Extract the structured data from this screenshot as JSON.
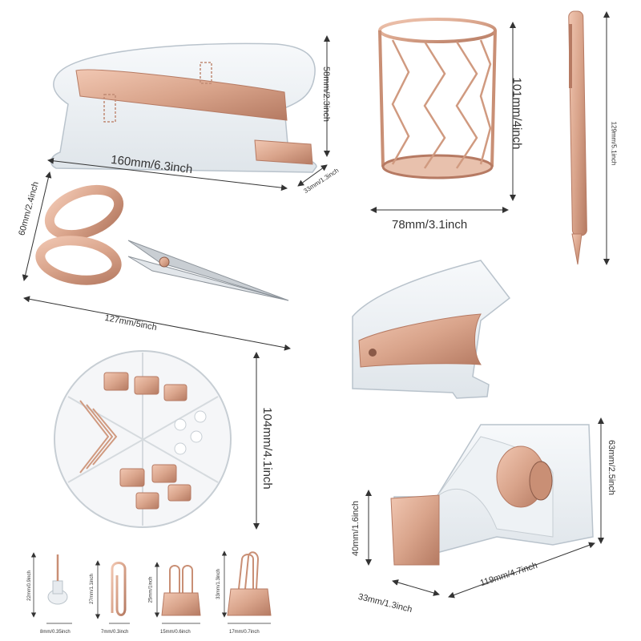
{
  "colors": {
    "rose_gold": "#d9a48b",
    "rose_gold_dark": "#b67a63",
    "acrylic": "#e9eef2",
    "arrow": "#333333",
    "background": "#ffffff"
  },
  "dimensions": {
    "stapler_length": "160mm/6.3inch",
    "stapler_height": "58mm/2.3inch",
    "stapler_width": "33mm/1.3inch",
    "pen_holder_height": "101mm/4inch",
    "pen_holder_width": "78mm/3.1inch",
    "pen_length": "129mm/5.1inch",
    "scissors_width": "60mm/2.4inch",
    "scissors_length": "127mm/5inch",
    "clip_box_diameter": "104mm/4.1inch",
    "tape_height": "63mm/2.5inch",
    "tape_base_height": "40mm/1.6inch",
    "tape_width": "33mm/1.3inch",
    "tape_length": "119mm/4.7inch",
    "pushpin_height": "22mm/0.9inch",
    "pushpin_width": "8mm/0.35inch",
    "paperclip_height": "27mm/1.1inch",
    "paperclip_width": "7mm/0.3inch",
    "small_binder_height": "25mm/1inch",
    "small_binder_width": "15mm/0.6inch",
    "large_binder_height": "33mm/1.3inch",
    "large_binder_width": "17mm/0.7inch"
  }
}
